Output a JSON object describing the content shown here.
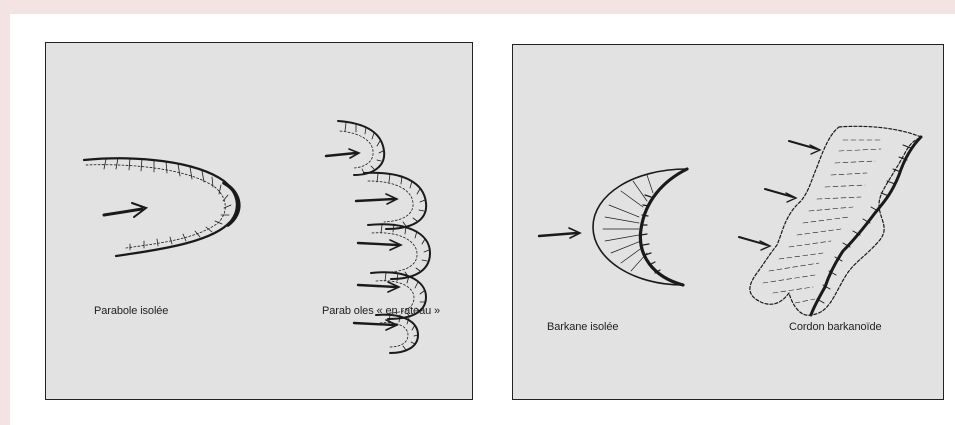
{
  "figure": {
    "panels": [
      {
        "captions": [
          "Parabole isolée",
          "Parab oles « en rateau »"
        ]
      },
      {
        "captions": [
          "Barkane isolée",
          "Cordon barkanoïde"
        ]
      }
    ]
  },
  "colors": {
    "page_background": "#f3e3e3",
    "panel_background": "#e2e2e2",
    "ink": "#1a1a1a"
  }
}
